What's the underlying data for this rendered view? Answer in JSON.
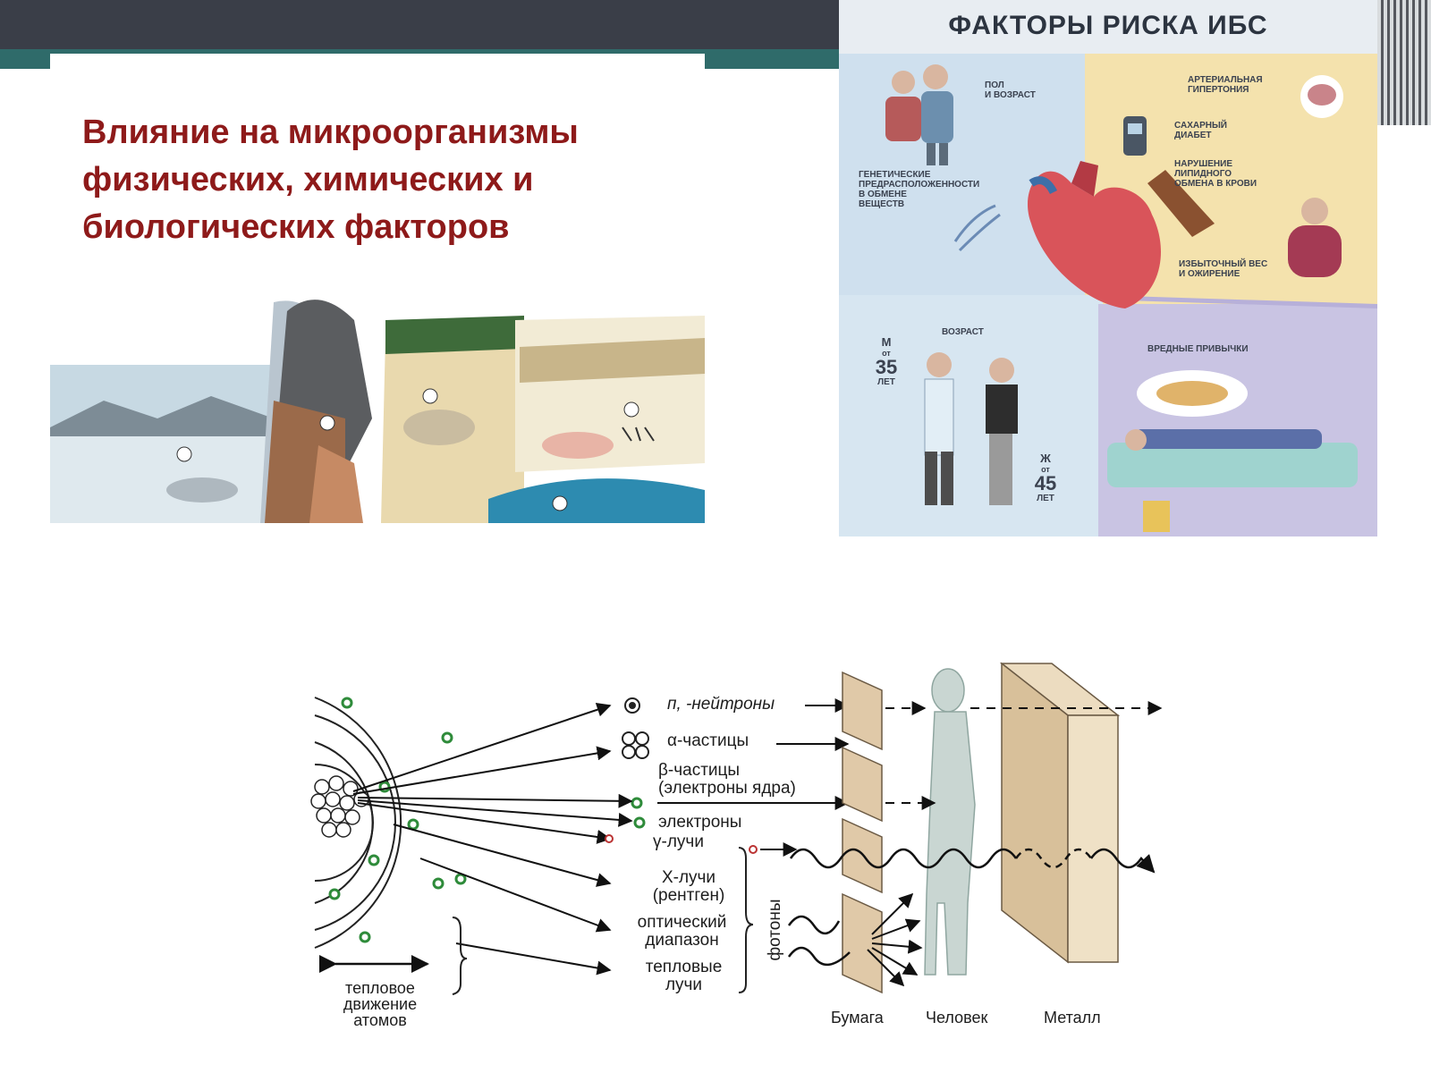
{
  "slide": {
    "title_lines": [
      "Влияние на микроорганизмы",
      "физических, химических и",
      "биологических факторов"
    ]
  },
  "ibs": {
    "title": "ФАКТОРЫ РИСКА ИБС",
    "labels": {
      "sex_age": [
        "ПОЛ",
        "И ВОЗРАСТ"
      ],
      "hypertension": [
        "АРТЕРИАЛЬНАЯ",
        "ГИПЕРТОНИЯ"
      ],
      "diabetes": [
        "САХАРНЫЙ",
        "ДИАБЕТ"
      ],
      "genetic": [
        "ГЕНЕТИЧЕСКИЕ",
        "ПРЕДРАСПОЛОЖЕННОСТИ",
        "В ОБМЕНЕ",
        "ВЕЩЕСТВ"
      ],
      "lipid": [
        "НАРУШЕНИЕ",
        "ЛИПИДНОГО",
        "ОБМЕНА В КРОВИ"
      ],
      "overweight": [
        "ИЗБЫТОЧНЫЙ ВЕС",
        "И ОЖИРЕНИЕ"
      ],
      "age": "ВОЗРАСТ",
      "habits": "ВРЕДНЫЕ ПРИВЫЧКИ"
    },
    "men": {
      "letter": "М",
      "from": "от",
      "years": "35",
      "unit": "ЛЕТ"
    },
    "women": {
      "letter": "Ж",
      "from": "от",
      "years": "45",
      "unit": "ЛЕТ"
    }
  },
  "radiation": {
    "neutrons": "п, -нейтроны",
    "alpha": "α-частицы",
    "beta_1": "β-частицы",
    "beta_2": "(электроны ядра)",
    "electrons": "электроны",
    "gamma": "γ-лучи",
    "xray_1": "Х-лучи",
    "xray_2": "(рентген)",
    "optical_1": "оптический",
    "optical_2": "диапазон",
    "thermal_1": "тепловые",
    "thermal_2": "лучи",
    "photons": "фотоны",
    "thermal_motion": [
      "тепловое",
      "движение",
      "атомов"
    ],
    "paper": "Бумага",
    "human": "Человек",
    "metal": "Металл"
  }
}
